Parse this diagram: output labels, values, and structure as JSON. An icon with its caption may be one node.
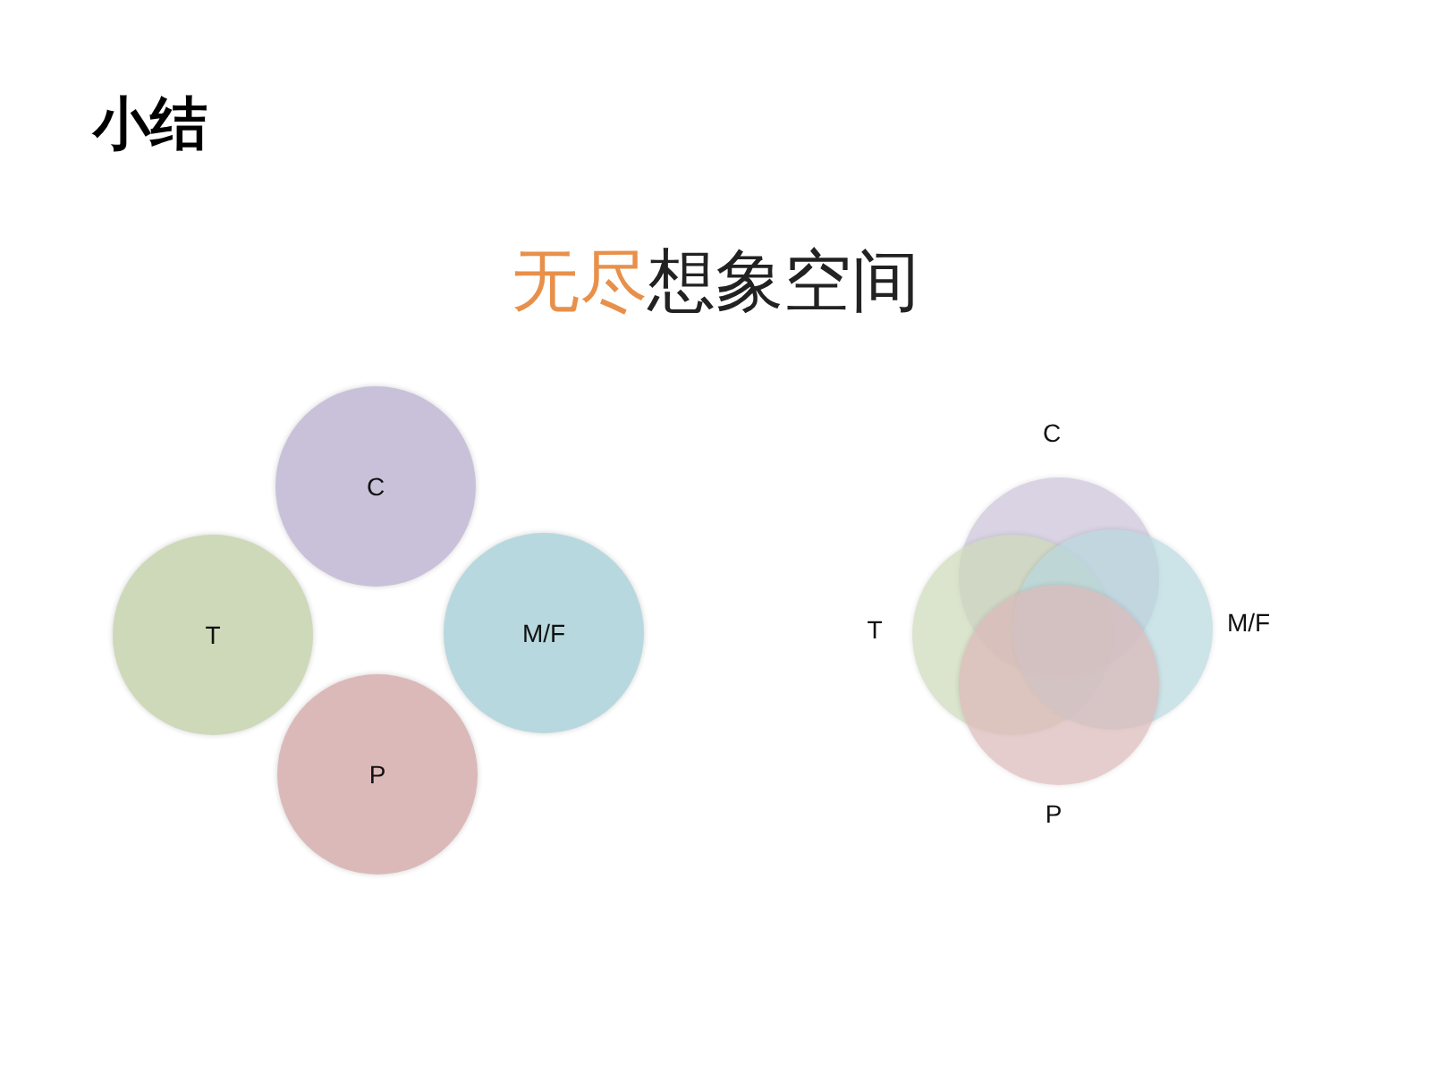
{
  "diagram": {
    "title": "小结",
    "nodes": [
      {
        "text": [
          "C"
        ]
      },
      {
        "text": [
          "T"
        ]
      },
      {
        "text": [
          "M/F"
        ]
      },
      {
        "text": [
          "P"
        ]
      },
      {
        "text": [
          "C"
        ]
      },
      {
        "text": [
          "T"
        ]
      },
      {
        "text": [
          "M/F"
        ]
      },
      {
        "text": [
          "P"
        ]
      }
    ],
    "edges": [],
    "labels": [
      "无尽",
      "想象空间"
    ]
  }
}
